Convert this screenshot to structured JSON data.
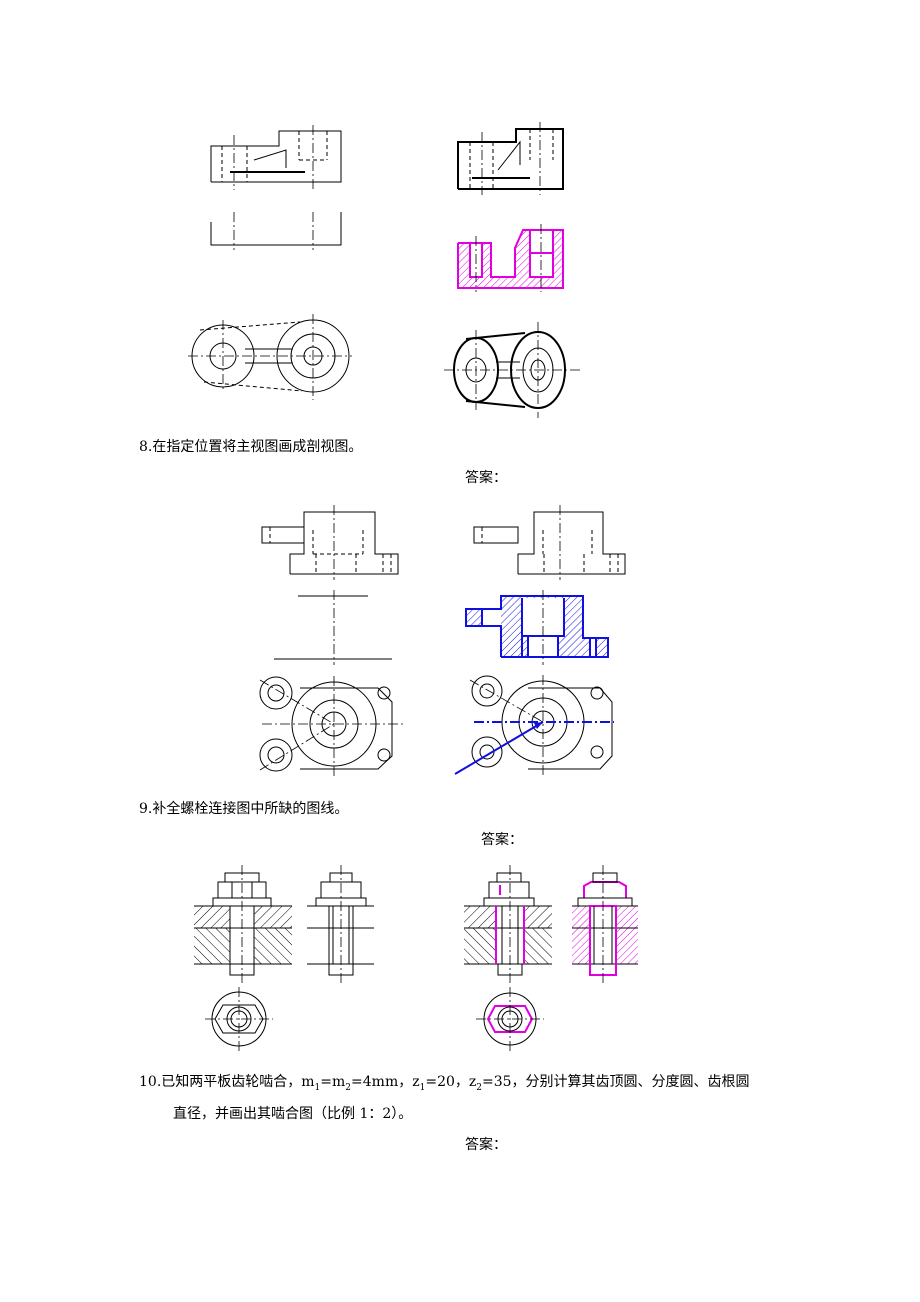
{
  "q8": {
    "number": "8.",
    "text": "在指定位置将主视图画成剖视图。",
    "answer_label": "答案："
  },
  "q9": {
    "number": "9.",
    "text": "补全螺栓连接图中所缺的图线。",
    "answer_label": "答案："
  },
  "q10": {
    "number": "10.",
    "line1_prefix": "已知两平板齿轮啮合，m",
    "m1_sub": "1",
    "eq1": "=m",
    "m2_sub": "2",
    "eq2": "=4mm，z",
    "z1_sub": "1",
    "eq3": "=20，z",
    "z2_sub": "2",
    "line1_suffix": "=35，分别计算其齿顶圆、分度圆、齿根圆",
    "line2": "直径，并画出其啮合图（比例 1：2）。",
    "answer_label": "答案："
  },
  "colors": {
    "answer_magenta": "#e000e0",
    "answer_blue": "#1010e0",
    "line": "#000000"
  }
}
